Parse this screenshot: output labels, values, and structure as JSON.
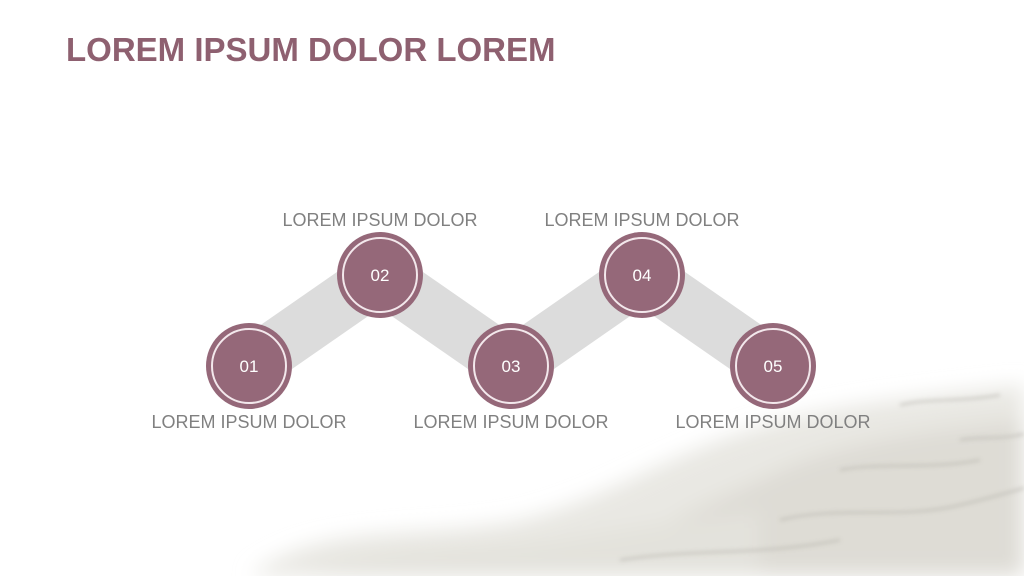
{
  "title": "LOREM IPSUM DOLOR LOREM",
  "colors": {
    "accent": "#956879",
    "ring": "#f3e8ec",
    "connector": "#dcdcdc",
    "label": "#808080",
    "title": "#8e6070"
  },
  "steps": [
    {
      "number": "01",
      "label": "LOREM IPSUM DOLOR",
      "position": "low",
      "label_side": "below"
    },
    {
      "number": "02",
      "label": "LOREM IPSUM DOLOR",
      "position": "high",
      "label_side": "above"
    },
    {
      "number": "03",
      "label": "LOREM IPSUM DOLOR",
      "position": "low",
      "label_side": "below"
    },
    {
      "number": "04",
      "label": "LOREM IPSUM DOLOR",
      "position": "high",
      "label_side": "above"
    },
    {
      "number": "05",
      "label": "LOREM IPSUM DOLOR",
      "position": "low",
      "label_side": "below"
    }
  ]
}
